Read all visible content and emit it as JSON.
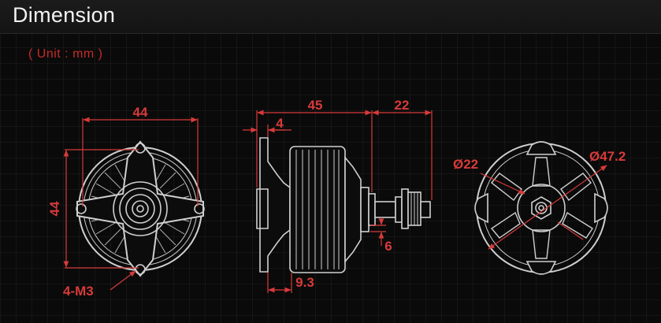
{
  "header": {
    "title": "Dimension"
  },
  "unit_note": "( Unit : mm )",
  "front_view": {
    "width": "44",
    "height": "44",
    "mount": "4-M3"
  },
  "side_view": {
    "body_length": "45",
    "shaft_length": "22",
    "flange": "4",
    "base_offset": "9.3",
    "shaft_step": "6"
  },
  "rear_view": {
    "inner_diameter": "Ø22",
    "outer_diameter": "Ø47.2"
  },
  "colors": {
    "dimension": "#d83a3a",
    "line": "#cfcfcf",
    "background": "#0a0a0a"
  }
}
